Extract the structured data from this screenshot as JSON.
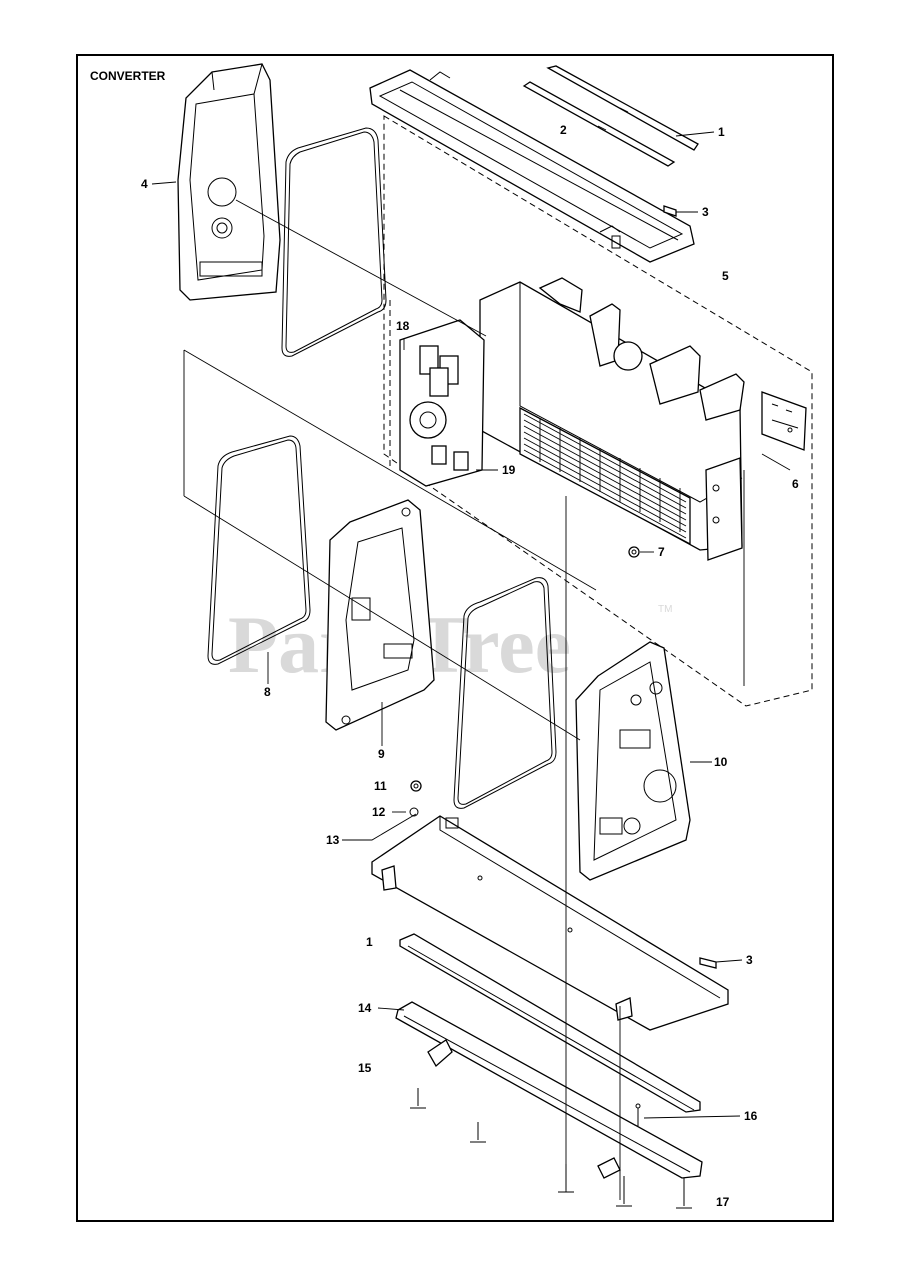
{
  "title": "CONVERTER",
  "watermark": "PartsTree",
  "watermark_tm": "TM",
  "callouts": {
    "c1a": "1",
    "c2": "2",
    "c3a": "3",
    "c4": "4",
    "c5": "5",
    "c6": "6",
    "c7": "7",
    "c8": "8",
    "c9": "9",
    "c10": "10",
    "c11": "11",
    "c12": "12",
    "c13": "13",
    "c1b": "1",
    "c3b": "3",
    "c14": "14",
    "c15": "15",
    "c16": "16",
    "c17": "17",
    "c18": "18",
    "c19": "19"
  }
}
